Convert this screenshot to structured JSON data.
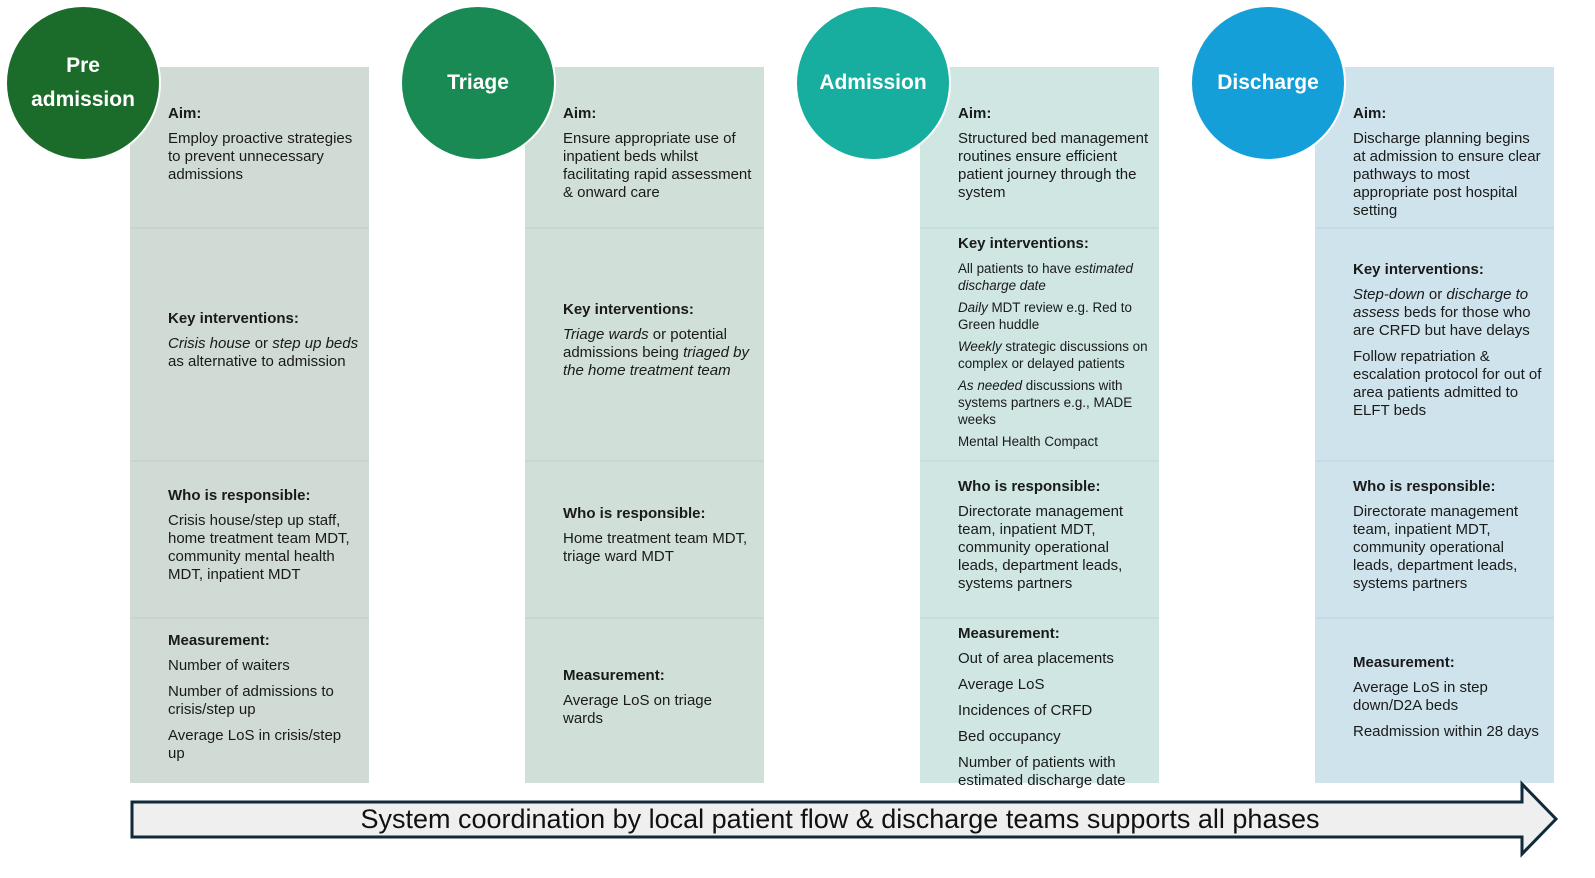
{
  "phases": [
    {
      "title_lines": [
        "Pre",
        "admission"
      ],
      "circle_color": "#1b6b2b",
      "card_color": "#d0dbd5",
      "divider_color": "#c8d4cd",
      "aim": {
        "heading": "Aim:",
        "text": "Employ proactive strategies to prevent unnecessary admissions"
      },
      "key_interventions": {
        "heading": "Key interventions:",
        "items": [
          [
            {
              "t": "Crisis house",
              "i": true
            },
            {
              "t": " or ",
              "i": false
            },
            {
              "t": "step up beds",
              "i": true
            },
            {
              "t": " as alternative to admission",
              "i": false
            }
          ]
        ]
      },
      "who_is_responsible": {
        "heading": "Who is responsible:",
        "text": "Crisis house/step up staff, home treatment team MDT, community mental health MDT, inpatient MDT"
      },
      "measurement": {
        "heading": "Measurement:",
        "items": [
          "Number of waiters",
          "Number of admissions to crisis/step up",
          "Average LoS in crisis/step up"
        ]
      }
    },
    {
      "title_lines": [
        "Triage"
      ],
      "circle_color": "#1a8a55",
      "card_color": "#d0e0d8",
      "divider_color": "#c7d8cf",
      "aim": {
        "heading": "Aim:",
        "text": "Ensure appropriate use of inpatient beds whilst facilitating rapid assessment & onward care"
      },
      "key_interventions": {
        "heading": "Key interventions:",
        "items": [
          [
            {
              "t": "Triage wards",
              "i": true
            },
            {
              "t": " or potential admissions being ",
              "i": false
            },
            {
              "t": "triaged by the home treatment team",
              "i": true
            }
          ]
        ]
      },
      "who_is_responsible": {
        "heading": "Who is responsible:",
        "text": "Home treatment team MDT, triage ward MDT"
      },
      "measurement": {
        "heading": "Measurement:",
        "items": [
          "Average LoS on triage wards"
        ]
      }
    },
    {
      "title_lines": [
        "Admission"
      ],
      "circle_color": "#17ad9f",
      "card_color": "#cfe6e3",
      "divider_color": "#c6dfdb",
      "aim": {
        "heading": "Aim:",
        "text": "Structured bed management routines ensure efficient patient journey through the system"
      },
      "key_interventions": {
        "heading": "Key interventions:",
        "items": [
          [
            {
              "t": "All patients to have ",
              "i": false
            },
            {
              "t": "estimated discharge date",
              "i": true
            }
          ],
          [
            {
              "t": "Daily",
              "i": true
            },
            {
              "t": " MDT review e.g. Red to Green huddle",
              "i": false
            }
          ],
          [
            {
              "t": "Weekly",
              "i": true
            },
            {
              "t": " strategic discussions on complex or delayed patients",
              "i": false
            }
          ],
          [
            {
              "t": "As needed",
              "i": true
            },
            {
              "t": " discussions with systems partners e.g., MADE weeks",
              "i": false
            }
          ],
          [
            {
              "t": "Mental Health Compact",
              "i": false
            }
          ]
        ]
      },
      "who_is_responsible": {
        "heading": "Who is responsible:",
        "text": "Directorate management team, inpatient MDT, community operational leads, department leads, systems partners"
      },
      "measurement": {
        "heading": "Measurement:",
        "items": [
          "Out of area placements",
          "Average LoS",
          "Incidences of CRFD",
          "Bed occupancy",
          "Number of patients with estimated discharge date"
        ]
      }
    },
    {
      "title_lines": [
        "Discharge"
      ],
      "circle_color": "#149fd8",
      "card_color": "#cfe3ec",
      "divider_color": "#c5dbe8",
      "aim": {
        "heading": "Aim:",
        "text": "Discharge planning begins at admission to ensure clear pathways to most appropriate post hospital setting"
      },
      "key_interventions": {
        "heading": "Key interventions:",
        "items": [
          [
            {
              "t": "Step-down",
              "i": true
            },
            {
              "t": " or ",
              "i": false
            },
            {
              "t": "discharge to assess",
              "i": true
            },
            {
              "t": " beds for those who are CRFD but have delays",
              "i": false
            }
          ],
          [
            {
              "t": "Follow repatriation & escalation protocol for out of area patients admitted to ELFT beds",
              "i": false
            }
          ]
        ]
      },
      "who_is_responsible": {
        "heading": "Who is responsible:",
        "text": "Directorate management team, inpatient MDT, community operational leads, department leads, systems partners"
      },
      "measurement": {
        "heading": "Measurement:",
        "items": [
          "Average LoS in step down/D2A beds",
          "Readmission within 28 days"
        ]
      }
    }
  ],
  "footer_arrow": {
    "text": "System coordination by local patient flow & discharge teams supports all phases",
    "fill_color": "#efefef",
    "stroke_color": "#0f2a3a"
  }
}
